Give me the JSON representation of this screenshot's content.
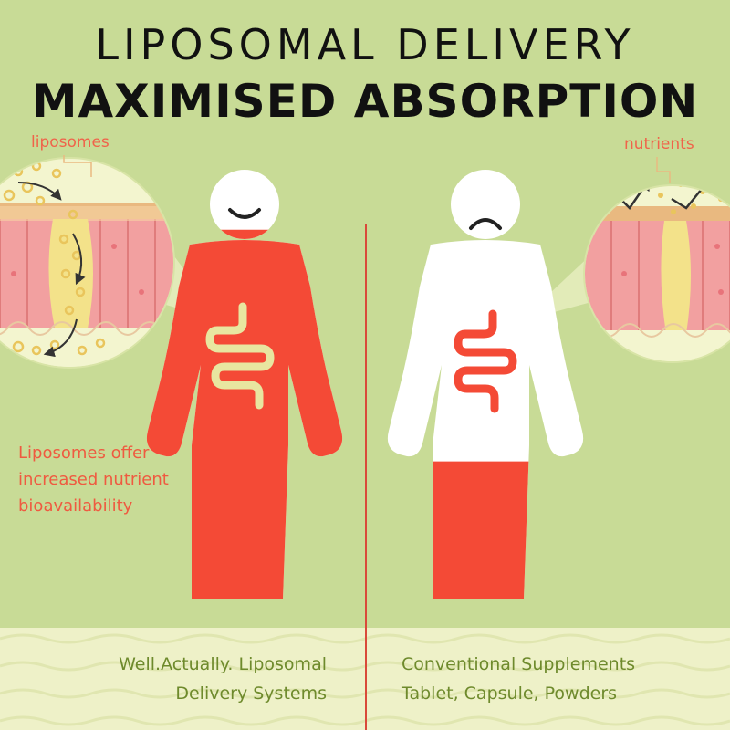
{
  "title": {
    "line1": "LIPOSOMAL DELIVERY",
    "line2": "MAXIMISED ABSORPTION"
  },
  "labels": {
    "liposomes": "liposomes",
    "nutrients": "nutrients"
  },
  "benefit_text": [
    "Liposomes offer",
    "increased nutrient",
    "bioavailability"
  ],
  "footer": {
    "left": [
      "Well.Actually. Liposomal",
      "Delivery Systems"
    ],
    "right": [
      "Conventional Supplements",
      "Tablet, Capsule, Powders"
    ]
  },
  "absorption_fill": {
    "liposomal_figure": 0.86,
    "conventional_figure": 0.32
  },
  "colors": {
    "background": "#c8db96",
    "accent_red": "#f44a36",
    "text_orange": "#f0634a",
    "footer_band": "#eef1c8",
    "footer_text": "#6e8a2c",
    "divider": "#d94a3a"
  },
  "icons": {
    "left_face": "smile-icon",
    "right_face": "frown-icon"
  }
}
